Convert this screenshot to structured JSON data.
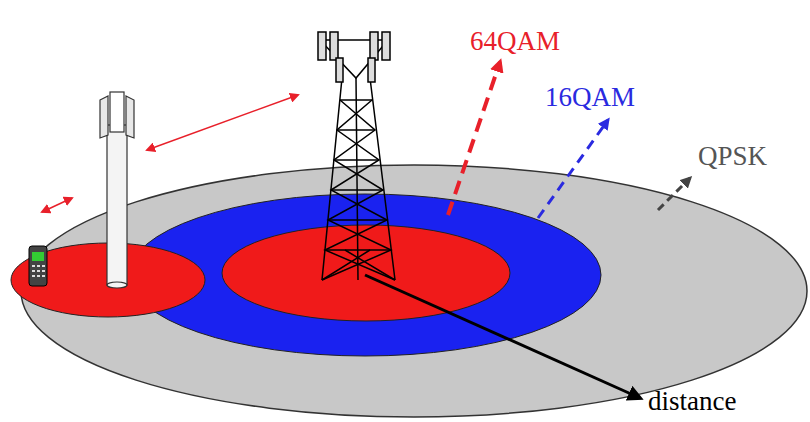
{
  "diagram": {
    "labels": [
      "64QAM",
      "16QAM",
      "QPSK",
      "distance"
    ]
  }
}
